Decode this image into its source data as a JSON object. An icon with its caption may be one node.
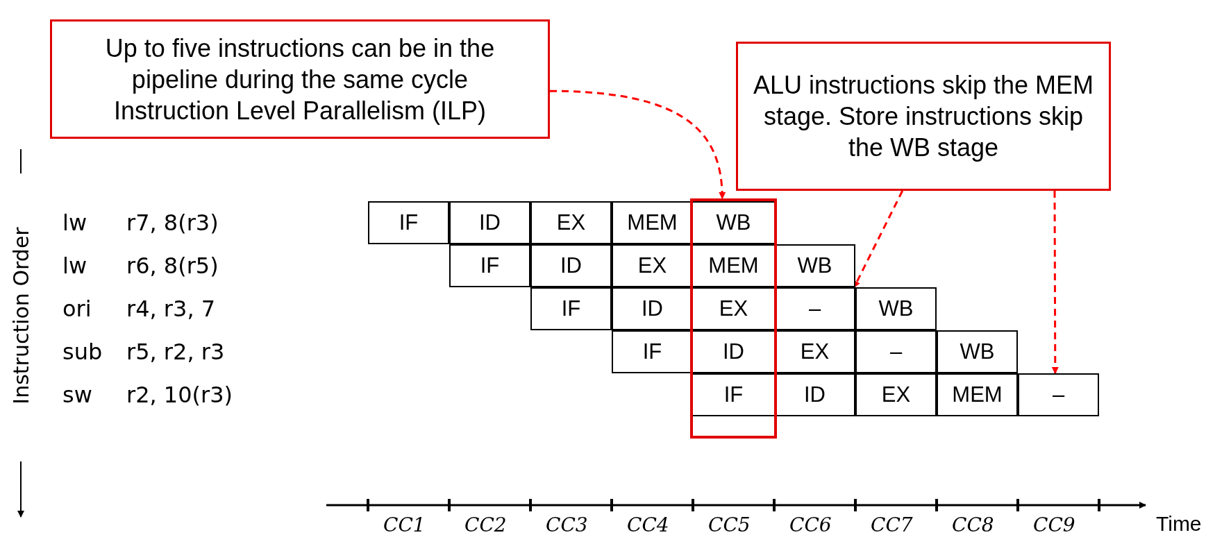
{
  "diagram": {
    "nodes": [
      {
        "text": [
          "Up to five instructions can be in the pipeline during the same cycle",
          "Instruction Level Parallelism (ILP)"
        ]
      },
      {
        "text": [
          "ALU instructions skip the MEM stage. Store instructions skip the WB stage"
        ]
      },
      {
        "text": [],
        "shape": "box"
      },
      {
        "text": [
          "IF"
        ]
      },
      {
        "text": [
          "ID"
        ]
      },
      {
        "text": [
          "EX"
        ]
      },
      {
        "text": [
          "MEM"
        ]
      },
      {
        "text": [
          "WB"
        ],
        "in": 2
      },
      {
        "text": [
          "IF"
        ]
      },
      {
        "text": [
          "ID"
        ]
      },
      {
        "text": [
          "EX"
        ]
      },
      {
        "text": [
          "MEM"
        ],
        "in": 2
      },
      {
        "text": [
          "WB"
        ]
      },
      {
        "text": [
          "IF"
        ]
      },
      {
        "text": [
          "ID"
        ]
      },
      {
        "text": [
          "EX"
        ],
        "in": 2
      },
      {
        "text": [
          "–"
        ]
      },
      {
        "text": [
          "WB"
        ]
      },
      {
        "text": [
          "IF"
        ]
      },
      {
        "text": [
          "ID"
        ],
        "in": 2
      },
      {
        "text": [
          "EX"
        ]
      },
      {
        "text": [
          "–"
        ]
      },
      {
        "text": [
          "WB"
        ]
      },
      {
        "text": [
          "IF"
        ],
        "in": 2
      },
      {
        "text": [
          "ID"
        ]
      },
      {
        "text": [
          "EX"
        ]
      },
      {
        "text": [
          "MEM"
        ]
      },
      {
        "text": [
          "–"
        ]
      }
    ],
    "edges": [
      {
        "from": 0,
        "to": 2,
        "arrow": "to",
        "style": "dashed",
        "color": "#ff0000"
      },
      {
        "from": 1,
        "to": 16,
        "arrow": "to",
        "style": "dashed",
        "color": "#ff0000"
      },
      {
        "from": 1,
        "to": 27,
        "arrow": "to",
        "style": "dashed",
        "color": "#ff0000"
      }
    ],
    "labels": [
      "Instruction Order",
      "lw",
      "r7, 8(r3)",
      "lw",
      "r6, 8(r5)",
      "ori",
      "r4, r3, 7",
      "sub",
      "r5, r2, r3",
      "sw",
      "r2, 10(r3)",
      "CC1",
      "CC2",
      "CC3",
      "CC4",
      "CC5",
      "CC6",
      "CC7",
      "CC8",
      "CC9",
      "Time"
    ]
  }
}
